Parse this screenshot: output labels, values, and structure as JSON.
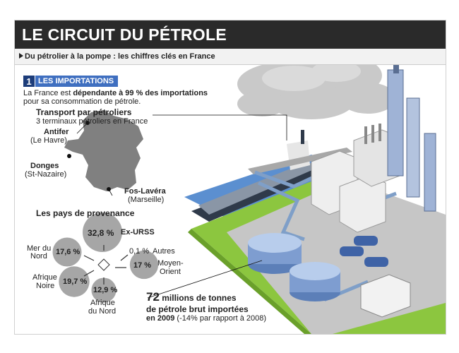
{
  "header": {
    "title": "LE CIRCUIT DU PÉTROLE",
    "subtitle": "Du pétrolier à la pompe : les chiffres clés en France"
  },
  "section": {
    "number": "1",
    "label": "LES IMPORTATIONS"
  },
  "intro": {
    "line1_prefix": "La France est ",
    "line1_bold": "dépendante à 99 % des importations",
    "line2": "pour sa consommation de pétrole."
  },
  "transport": {
    "title": "Transport par pétroliers",
    "subtitle": "3 terminaux pétroliers en France"
  },
  "terminals": [
    {
      "name": "Antifer",
      "place": "(Le Havre)"
    },
    {
      "name": "Donges",
      "place": "(St-Nazaire)"
    },
    {
      "name": "Fos-Lavéra",
      "place": "(Marseille)"
    }
  ],
  "provenance": {
    "title": "Les pays de provenance",
    "items": [
      {
        "value": "32,8 %",
        "label": "Ex-URSS",
        "share": 32.8
      },
      {
        "value": "17,6 %",
        "label_lines": [
          "Mer du",
          "Nord"
        ],
        "share": 17.6
      },
      {
        "value": "0,1 %",
        "label": "Autres",
        "share": 0.1
      },
      {
        "value": "17 %",
        "label_lines": [
          "Moyen-",
          "Orient"
        ],
        "share": 17
      },
      {
        "value": "19,7 %",
        "label_lines": [
          "Afrique",
          "Noire"
        ],
        "share": 19.7
      },
      {
        "value": "12,9 %",
        "label_lines": [
          "Afrique",
          "du Nord"
        ],
        "share": 12.9
      }
    ]
  },
  "imports": {
    "number": "72",
    "line1": " millions de tonnes",
    "line2": "de pétrole brut importées",
    "line3_bold": "en 2009",
    "line3_rest": " (-14% par rapport à 2008)"
  },
  "colors": {
    "title_bar": "#2a2a2a",
    "badge_dark": "#1d3d7a",
    "badge_light": "#3f6fc0",
    "grass": "#8cc63f",
    "water": "#5b8fd0",
    "france": "#808080",
    "circle": "#a6a6a6",
    "flame": "#f07a1e"
  }
}
